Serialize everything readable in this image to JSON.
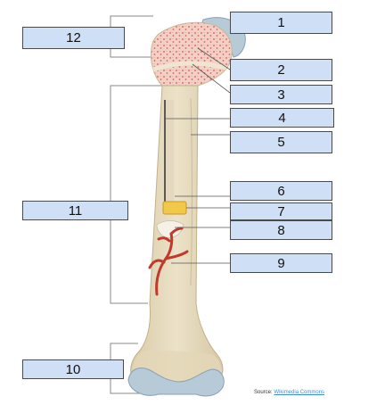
{
  "labels": {
    "l1": "1",
    "l2": "2",
    "l3": "3",
    "l4": "4",
    "l5": "5",
    "l6": "6",
    "l7": "7",
    "l8": "8",
    "l9": "9",
    "l10": "10",
    "l11": "11",
    "l12": "12"
  },
  "source": {
    "prefix": "Source:",
    "link_text": "Wikimedia Commons"
  },
  "colors": {
    "label_fill": "#cfdff5",
    "bone": "#e8dcc0",
    "spongy_bone": "#f0c2b8",
    "cartilage": "#b7cad8",
    "yellow_marrow": "#f2c84b",
    "artery": "#c0392b",
    "bracket": "#8a8a8a"
  }
}
